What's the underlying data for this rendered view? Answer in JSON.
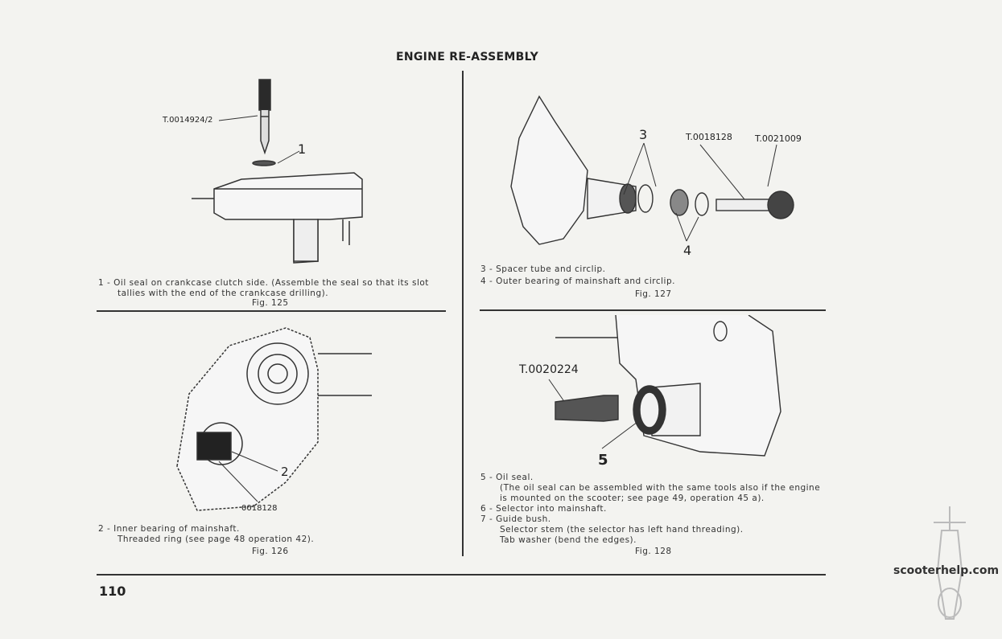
{
  "header": {
    "title": "ENGINE RE-ASSEMBLY"
  },
  "fig125": {
    "tool_label": "T.0014924/2",
    "callout_1": "1",
    "caption_line1": "1 - Oil seal on crankcase clutch side. (Assemble the seal so that its slot",
    "caption_line2": "tallies with the end of the crankcase drilling).",
    "fig_label": "Fig. 125"
  },
  "fig126": {
    "tool_label": "0018128",
    "callout_2": "2",
    "caption_line1": "2 - Inner bearing of mainshaft.",
    "caption_line2": "Threaded ring (see page 48 operation 42).",
    "fig_label": "Fig. 126"
  },
  "fig127": {
    "callout_3": "3",
    "callout_4": "4",
    "tool_label_1": "T.0018128",
    "tool_label_2": "T.0021009",
    "caption_line1": "3 - Spacer tube and circlip.",
    "caption_line2": "4 - Outer bearing of mainshaft and circlip.",
    "fig_label": "Fig. 127"
  },
  "fig128": {
    "tool_label": "T.0020224",
    "callout_5": "5",
    "caption_lines": [
      "5 - Oil seal.",
      "(The oil seal can be assembled with the same tools also if the engine",
      "is mounted on the scooter; see page 49, operation 45 a).",
      "6 - Selector into mainshaft.",
      "7 - Guide bush.",
      "Selector stem (the selector has left hand threading).",
      "Tab washer (bend the edges)."
    ],
    "fig_label": "Fig. 128"
  },
  "footer": {
    "page_number": "110",
    "watermark": "scooterhelp.com"
  }
}
